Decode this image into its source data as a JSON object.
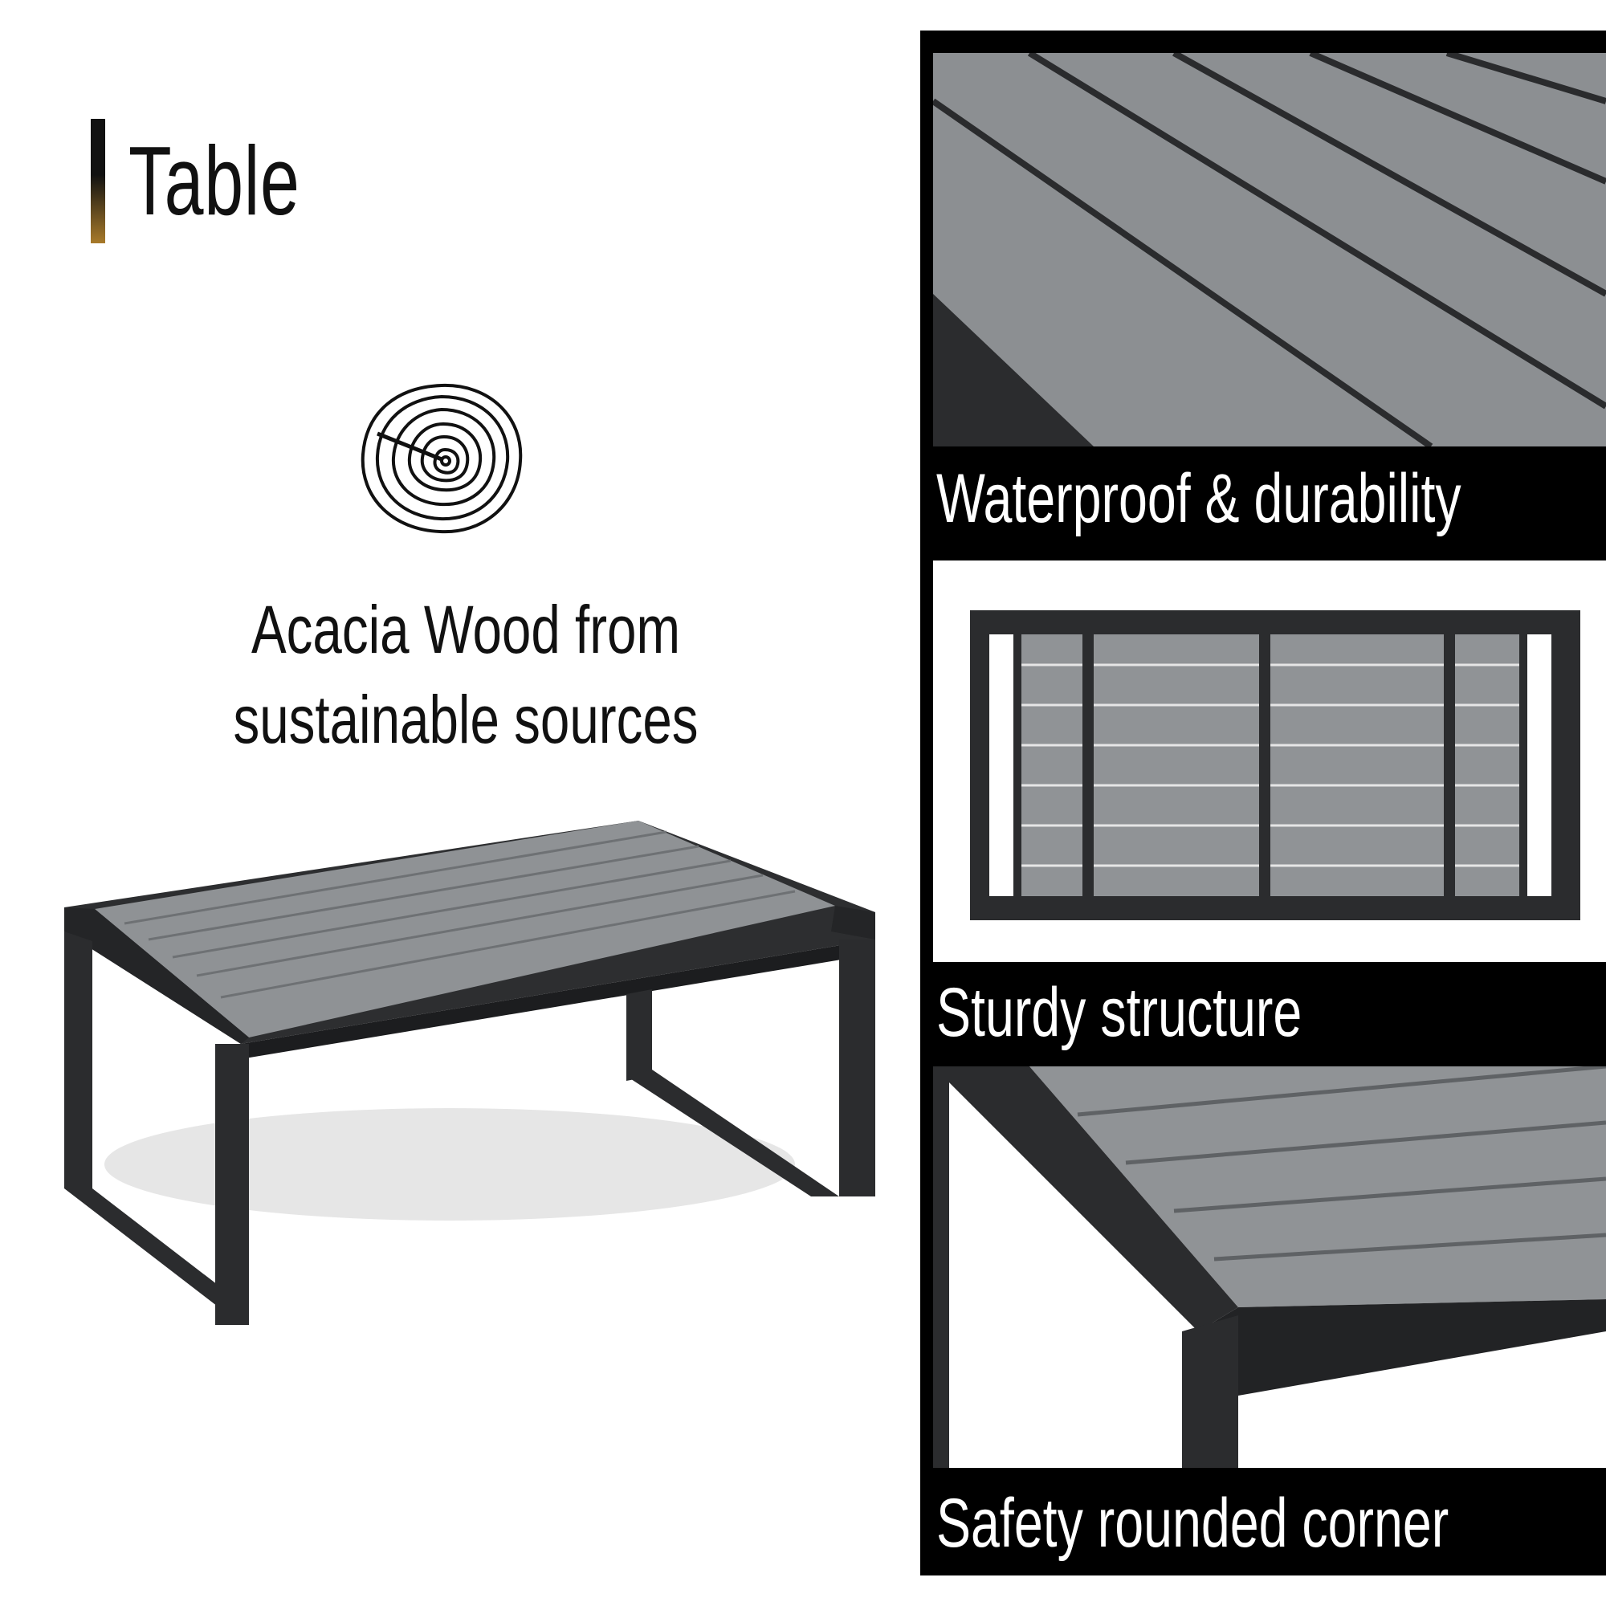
{
  "header": {
    "title": "Table",
    "accent_color": "#a87a2a"
  },
  "feature": {
    "icon": "tree-rings-icon",
    "line1": "Acacia Wood from",
    "line2": "sustainable sources"
  },
  "panels": [
    {
      "caption": "Waterproof & durability",
      "image": "wood-slats-closeup"
    },
    {
      "caption": "Sturdy structure",
      "image": "table-underside-frame"
    },
    {
      "caption": "Safety rounded corner",
      "image": "table-corner-closeup"
    }
  ],
  "colors": {
    "wood": "#8f9295",
    "frame": "#2b2c2e",
    "panel_bg": "#000000"
  }
}
